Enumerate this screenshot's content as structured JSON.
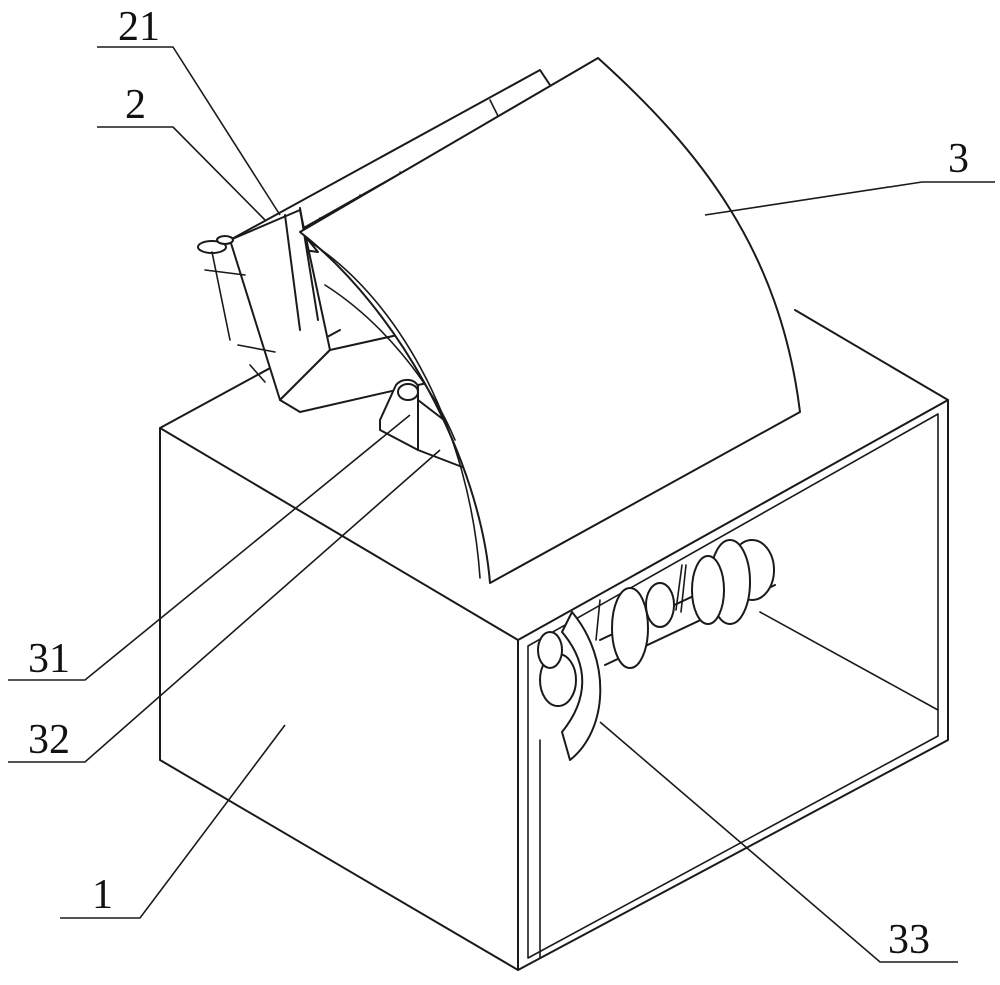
{
  "labels": {
    "l21": "21",
    "l2": "2",
    "l3": "3",
    "l31": "31",
    "l32": "32",
    "l1": "1",
    "l33": "33"
  },
  "colors": {
    "line": "#1a1a1a",
    "background": "#ffffff"
  }
}
